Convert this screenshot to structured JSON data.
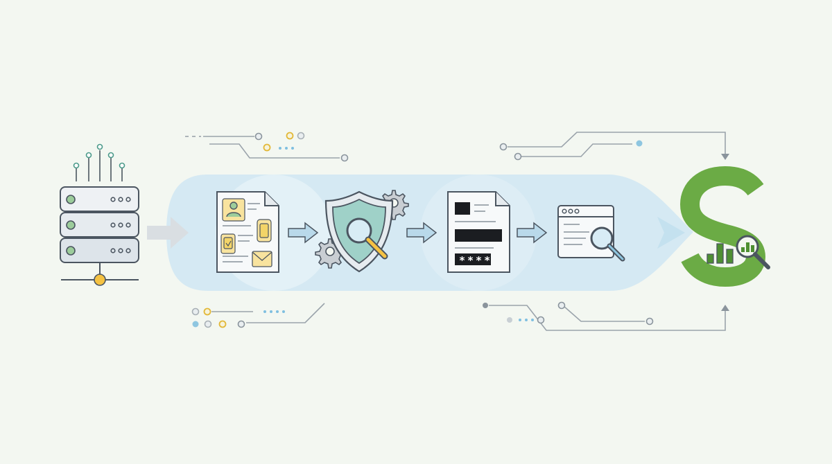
{
  "diagram": {
    "colors": {
      "background": "#f3f7f1",
      "pipeline_band": "#d7ebf5",
      "stroke": "#4b5560",
      "accent_green": "#6bab45",
      "accent_yellow": "#f5c242",
      "accent_teal": "#9fd1c8",
      "accent_blue": "#8ec6e0"
    },
    "nodes": [
      {
        "id": "source",
        "icon": "server-stack-icon"
      },
      {
        "id": "documents",
        "icon": "document-pii-icon"
      },
      {
        "id": "scan",
        "icon": "shield-magnifier-gears-icon"
      },
      {
        "id": "masking",
        "icon": "redacted-document-icon"
      },
      {
        "id": "review",
        "icon": "browser-window-search-icon"
      },
      {
        "id": "analytics",
        "icon": "s-logo-analytics-icon"
      }
    ],
    "masked_value": "****"
  }
}
